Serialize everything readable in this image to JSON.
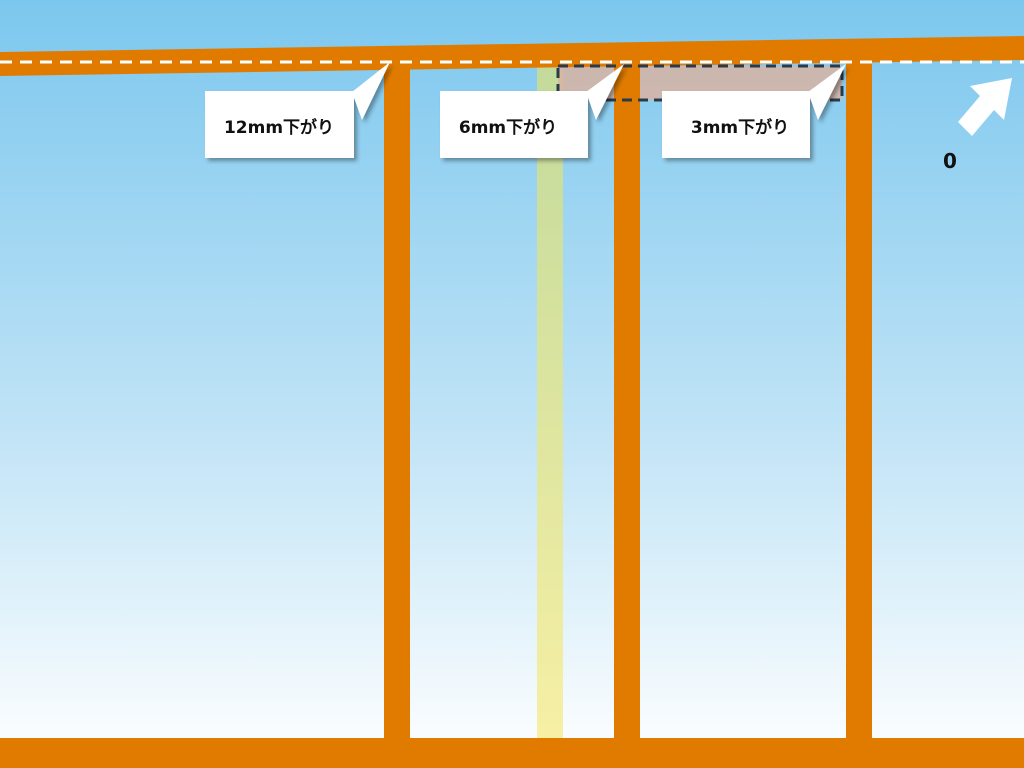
{
  "diagram": {
    "callouts": [
      {
        "label": "12mm下がり"
      },
      {
        "label": "6mm下がり"
      },
      {
        "label": "3mm下がり"
      }
    ],
    "zero_label": "0"
  },
  "colors": {
    "sky_top": "#7cc7ee",
    "sky_bottom": "#ffffff",
    "frame": "#e07b00",
    "dashed_line": "#ffffff",
    "highlight_post": "#f3ec8c",
    "gap_fill": "#d8b3a3",
    "gap_outline": "#2b3a4a",
    "callout_bg": "#ffffff",
    "arrow": "#ffffff"
  }
}
